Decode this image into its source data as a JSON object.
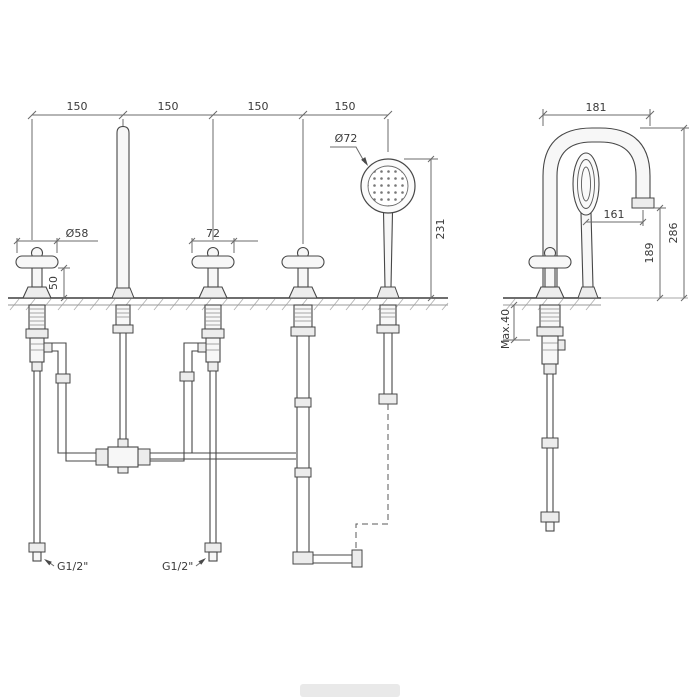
{
  "drawing": {
    "front": {
      "spacing": [
        "150",
        "150",
        "150",
        "150"
      ],
      "handle_diameter": "Ø58",
      "handle_width": "72",
      "handle_height": "50",
      "shower_diameter": "Ø72",
      "shower_height": "231",
      "connection_left": "G1/2\"",
      "connection_right": "G1/2\""
    },
    "side": {
      "reach": "181",
      "outlet_reach": "161",
      "total_height": "286",
      "spout_height": "189",
      "deck_thickness": "Max.40"
    }
  },
  "colors": {
    "line": "#474747",
    "dimension": "#6b6b6b",
    "background": "#ffffff"
  }
}
